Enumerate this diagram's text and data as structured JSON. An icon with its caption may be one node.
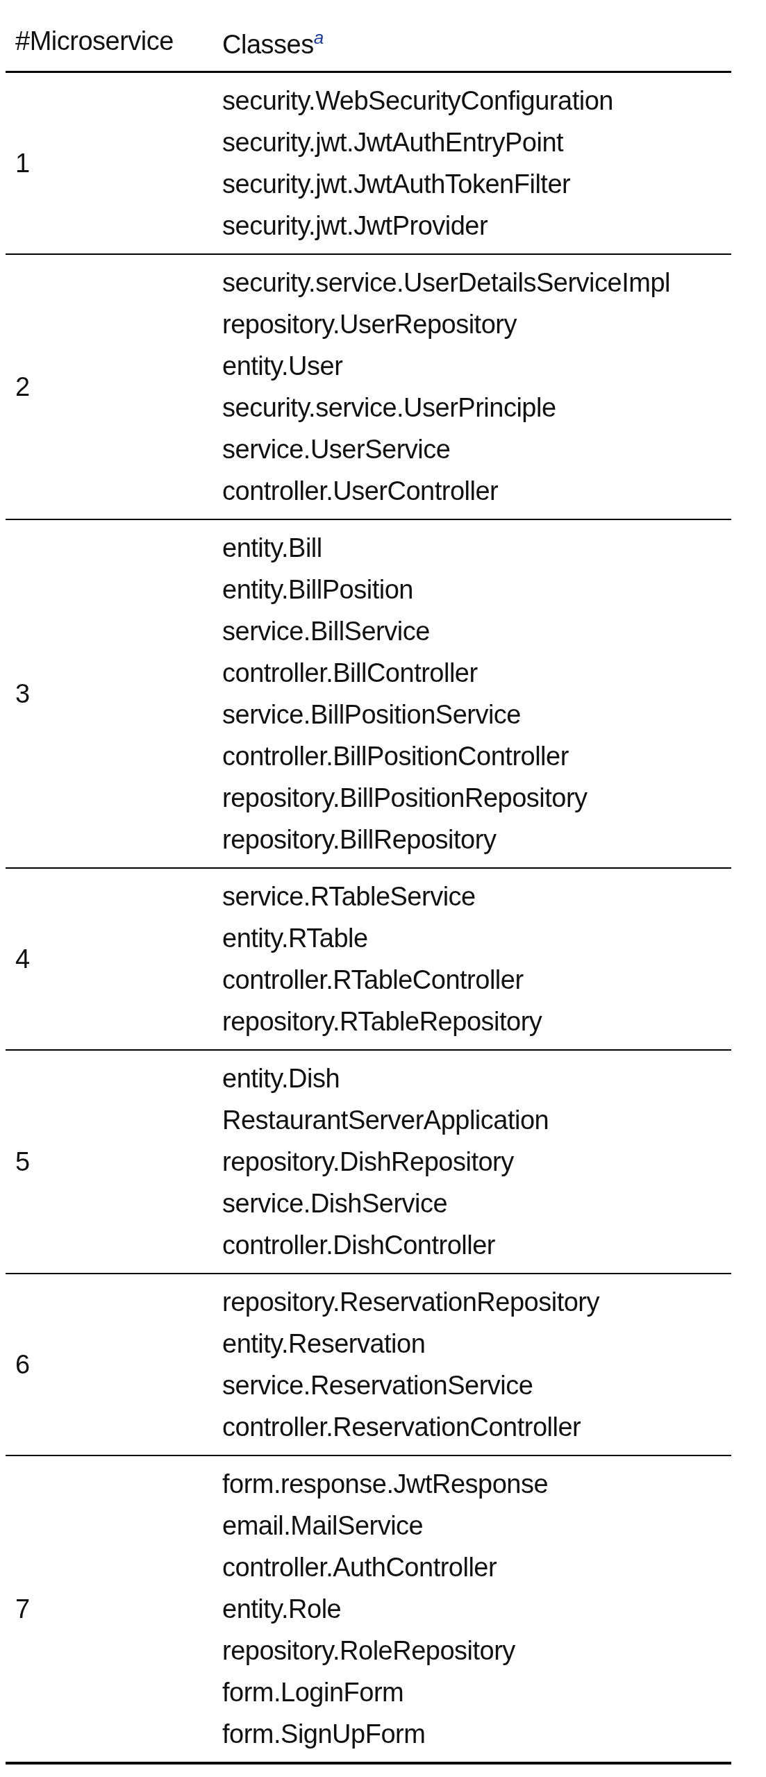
{
  "diagram": {
    "labels": [
      "#Microservice",
      "Classes$^{a}$",
      "1",
      "security.WebSecurityConfiguration security.jwt.JwtAuthEntryPoint security.jwt.JwtAuthTokenFilter security.jwt.JwtProvider",
      "2",
      "security.service.UserDetailsServiceImpl repository.UserRepository entity.User security.service.UserPrinciple service.UserService controller.UserController",
      "3",
      "entity.Bill entity.BillPosition service.BillService controller.BillController service.BillPositionService controller.BillPositionController repository.BillPositionRepository repository.BillRepository",
      "4",
      "service.RTableService entity.RTable controller.RTableController repository.RTableRepository",
      "5",
      "entity.Dish RestaurantServerApplication repository.DishRepository service.DishService controller.DishController",
      "6",
      "repository.ReservationRepository entity.Reservation service.ReservationService controller.ReservationController",
      "7",
      "form.response.JwtResponse email.MailService controller.AuthController entity.Role repository.RoleRepository form.LoginForm form.SignUpForm"
    ]
  }
}
